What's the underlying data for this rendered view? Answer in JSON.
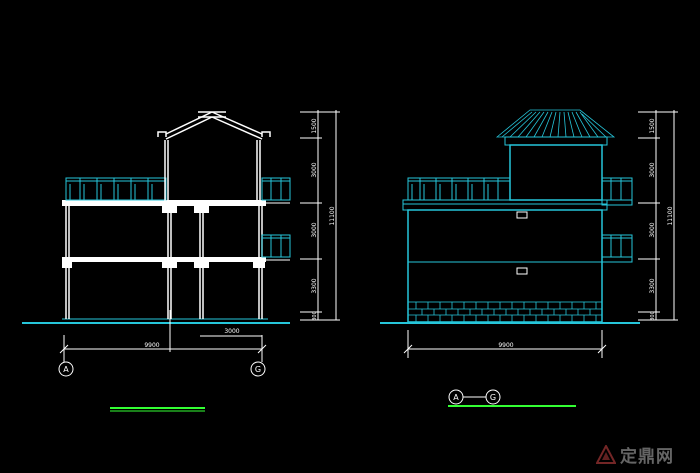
{
  "drawing": {
    "section_view": {
      "overall_width": "9900",
      "bay_width": "3000",
      "axis_left": "A",
      "axis_right": "G",
      "heights": [
        "1500",
        "3000",
        "3000",
        "3300",
        "300"
      ],
      "total_height": "11100"
    },
    "elevation_view": {
      "overall_width": "9900",
      "axis_left": "A",
      "axis_right": "G",
      "heights": [
        "1500",
        "3000",
        "3000",
        "3300",
        "300"
      ],
      "total_height": "11100"
    }
  },
  "watermark": {
    "text": "定鼎网"
  },
  "colors": {
    "background": "#000000",
    "cyan": "#26c6da",
    "white": "#ffffff",
    "green": "#33ff33",
    "grey": "#9a9a9a"
  }
}
